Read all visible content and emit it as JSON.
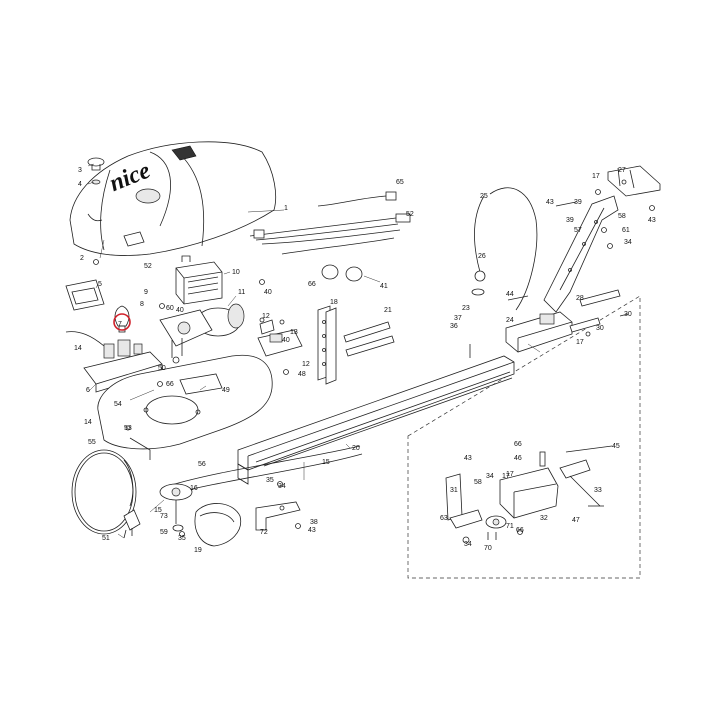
{
  "brand_text": "nice",
  "highlight_color": "#d0202a",
  "labels": [
    "1",
    "2",
    "3",
    "4",
    "5",
    "6",
    "7",
    "8",
    "9",
    "10",
    "11",
    "12",
    "12",
    "13",
    "14",
    "14",
    "15",
    "15",
    "16",
    "17",
    "17",
    "17",
    "17",
    "18",
    "19",
    "20",
    "21",
    "23",
    "24",
    "25",
    "26",
    "27",
    "28",
    "30",
    "30",
    "31",
    "32",
    "33",
    "34",
    "34",
    "34",
    "34",
    "35",
    "35",
    "36",
    "37",
    "38",
    "39",
    "39",
    "40",
    "40",
    "40",
    "41",
    "43",
    "43",
    "43",
    "43",
    "44",
    "45",
    "46",
    "47",
    "48",
    "49",
    "50",
    "51",
    "52",
    "52",
    "53",
    "54",
    "55",
    "56",
    "57",
    "58",
    "58",
    "59",
    "60",
    "61",
    "63",
    "65",
    "66",
    "66",
    "66",
    "66",
    "70",
    "71",
    "72",
    "73"
  ]
}
